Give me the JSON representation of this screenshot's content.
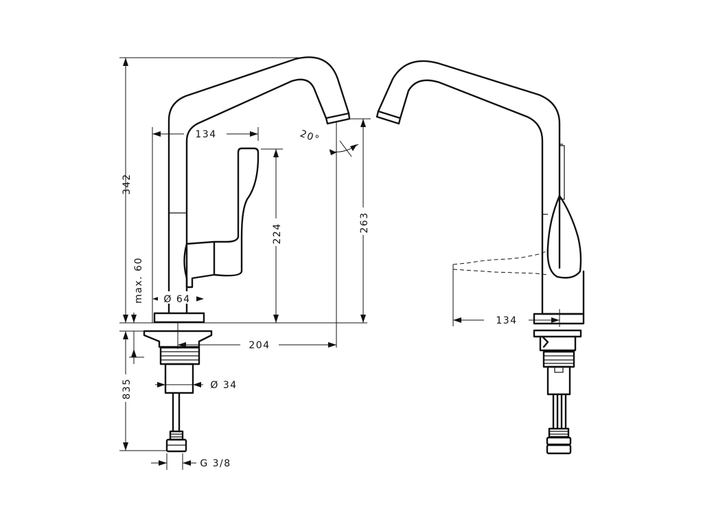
{
  "dimensions": {
    "total_height": "342",
    "spout_reach": "134",
    "handle_height": "224",
    "spout_height": "263",
    "spout_angle": "20°",
    "max_thickness": "max. 60",
    "base_diameter": "Ø 64",
    "outlet_offset": "204",
    "shank_diameter": "Ø 34",
    "below_deck": "835",
    "connection_thread": "G 3/8",
    "side_reach": "134"
  },
  "colors": {
    "line": "#111111",
    "background": "#ffffff"
  }
}
